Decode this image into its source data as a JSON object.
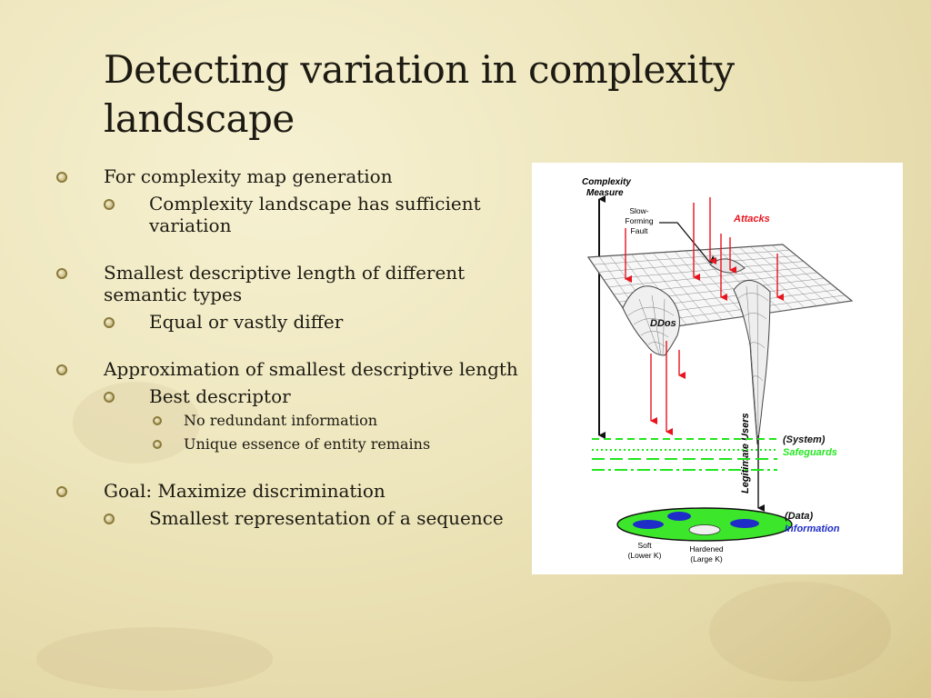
{
  "slide": {
    "title": "Detecting variation in complexity landscape"
  },
  "bullets": {
    "b1": {
      "text": "For complexity map generation",
      "sub": [
        "Complexity landscape has sufficient variation"
      ]
    },
    "b2": {
      "text": "Smallest descriptive length of different semantic types",
      "sub": [
        "Equal or vastly differ"
      ]
    },
    "b3": {
      "text": "Approximation of smallest descriptive length",
      "sub": [
        "Best descriptor"
      ],
      "subsub": [
        "No redundant information",
        "Unique essence of entity remains"
      ]
    },
    "b4": {
      "text": "Goal: Maximize discrimination",
      "sub": [
        "Smallest representation of a sequence"
      ]
    }
  },
  "figure": {
    "complexity": "Complexity",
    "measure": "Measure",
    "slow_forming_fault": [
      "Slow-",
      "Forming",
      "Fault"
    ],
    "attacks": "Attacks",
    "ddos": "DDos",
    "legitimate_users": "Legitimate Users",
    "system": "(System)",
    "safeguards": "Safeguards",
    "data": "(Data)",
    "information": "Information",
    "soft": [
      "Soft",
      "(Lower K)"
    ],
    "hardened": [
      "Hardened",
      "(Large K)"
    ],
    "colors": {
      "attack_red": "#e8141e",
      "safeguard_green": "#22e61e",
      "information_blue": "#1e2cc8",
      "data_disk_green": "#3ce62a"
    }
  }
}
